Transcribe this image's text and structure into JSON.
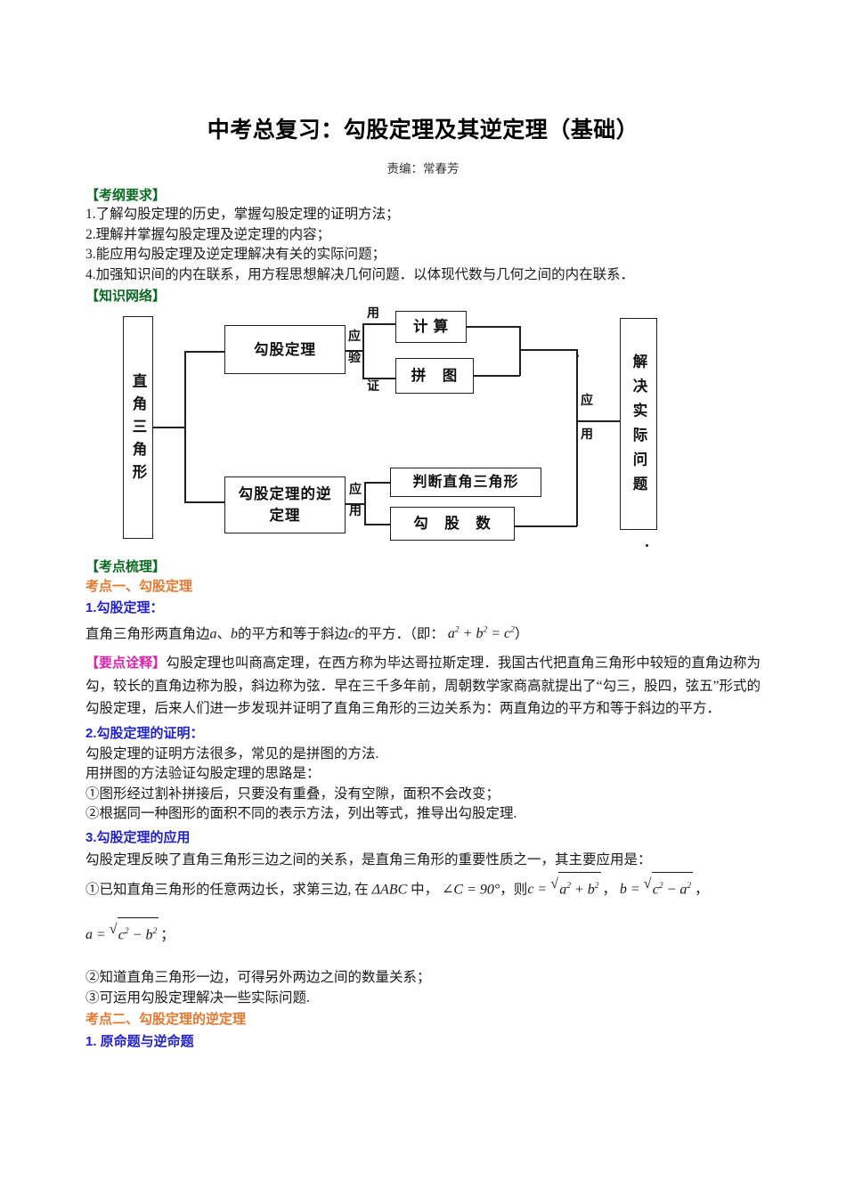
{
  "document": {
    "title": "中考总复习：勾股定理及其逆定理（基础）",
    "byline": "责编：常春芳"
  },
  "outline_section": {
    "heading": "【考纲要求】",
    "items": [
      "1.了解勾股定理的历史，掌握勾股定理的证明方法；",
      "2.理解并掌握勾股定理及逆定理的内容；",
      "3.能应用勾股定理及逆定理解决有关的实际问题；",
      "4.加强知识间的内在联系，用方程思想解决几何问题．以体现代数与几何之间的内在联系．"
    ]
  },
  "network_section": {
    "heading": "【知识网络】",
    "diagram": {
      "root": "直角三角形",
      "nodes": {
        "theorem": "勾股定理",
        "converse": "勾股定理的逆定理",
        "compute": "计 算",
        "assemble": "拼　图",
        "judge": "判断直角三角形",
        "triples": "勾　股　数",
        "solve": "解决实际问题"
      },
      "labels": {
        "apply_upper": "应",
        "verify_upper": "验",
        "apply_top": "用",
        "verify_bottom": "证",
        "apply_lower_top": "应",
        "apply_lower_bottom": "用",
        "apply_right_top": "应",
        "apply_right_bottom": "用"
      }
    }
  },
  "review_section": {
    "heading": "【考点梳理】",
    "point_one": {
      "title": "考点一、勾股定理",
      "sub1": {
        "title": "1.勾股定理：",
        "text_before": "直角三角形两直角边",
        "var_a": "a",
        "sep": "、",
        "var_b": "b",
        "text_mid": "的平方和等于斜边",
        "var_c": "c",
        "text_after": "的平方．（即：",
        "formula_a": "a",
        "formula_b": "b",
        "formula_c": "c",
        "exp": "2",
        "text_end": "）"
      },
      "explain": {
        "tag": "【要点诠释】",
        "body": "勾股定理也叫商高定理，在西方称为毕达哥拉斯定理．我国古代把直角三角形中较短的直角边称为勾，较长的直角边称为股，斜边称为弦．早在三千多年前，周朝数学家商高就提出了“勾三，股四，弦五”形式的勾股定理，后来人们进一步发现并证明了直角三角形的三边关系为：两直角边的平方和等于斜边的平方．"
      },
      "sub2": {
        "title": "2.勾股定理的证明：",
        "lines": [
          "勾股定理的证明方法很多，常见的是拼图的方法.",
          "用拼图的方法验证勾股定理的思路是：",
          "①图形经过割补拼接后，只要没有重叠，没有空隙，面积不会改变；",
          "②根据同一种图形的面积不同的表示方法，列出等式，推导出勾股定理."
        ]
      },
      "sub3": {
        "title": "3.勾股定理的应用",
        "intro": "勾股定理反映了直角三角形三边之间的关系，是直角三角形的重要性质之一，其主要应用是：",
        "app1_prefix": "①已知直角三角形的任意两边长，求第三边, 在",
        "app1_triangle": "ΔABC",
        "app1_mid": "中，",
        "app1_angle": "∠C = 90°",
        "app1_then": "，则",
        "app1_c": "c",
        "app1_b": "b",
        "app1_a": "a",
        "app1_tail": "，",
        "app2_semicolon": "；",
        "lines": [
          "②知道直角三角形一边，可得另外两边之间的数量关系；",
          "③可运用勾股定理解决一些实际问题."
        ]
      }
    },
    "point_two": {
      "title": "考点二、勾股定理的逆定理",
      "sub1": {
        "title": "1. 原命题与逆命题"
      }
    }
  },
  "colors": {
    "green_heading": "#0b6b22",
    "orange_heading": "#e8772e",
    "blue_heading": "#2222cc",
    "magenta_tag": "#dd22aa",
    "body_text": "#1a1a1a",
    "diagram_stroke": "#1f1f1f"
  }
}
